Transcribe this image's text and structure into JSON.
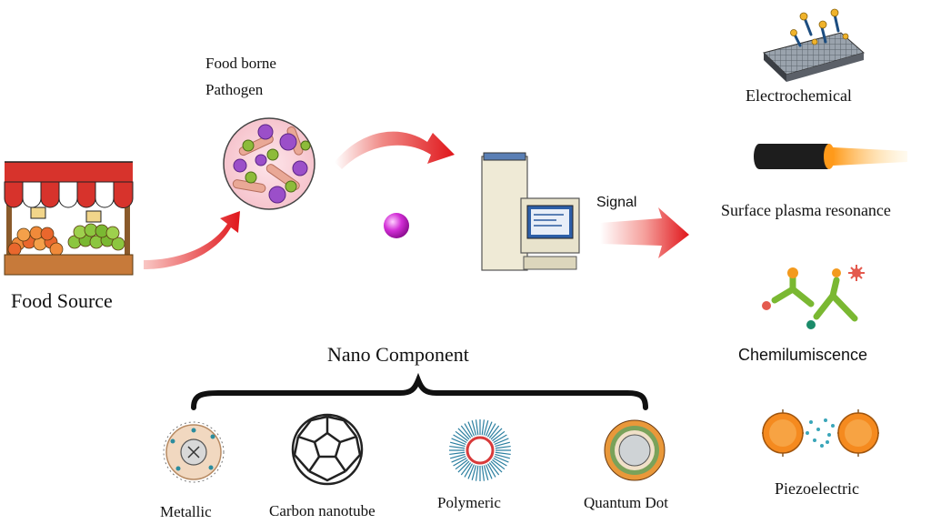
{
  "labels": {
    "food_source": "Food Source",
    "pathogen_line1": "Food borne",
    "pathogen_line2": "Pathogen",
    "signal": "Signal",
    "nano_component": "Nano Component",
    "metallic": "Metallic",
    "carbon_nanotube": "Carbon nanotube",
    "polymeric": "Polymeric",
    "quantum_dot": "Quantum Dot",
    "electrochemical": "Electrochemical",
    "surface_plasma_resonance": "Surface plasma resonance",
    "chemilumiscence": "Chemilumiscence",
    "piezoelectric": "Piezoelectric"
  },
  "icons": {
    "food_stall": "market-stall-icon",
    "pathogen": "bacteria-virus-icon",
    "nanoparticle": "nanoparticle-sphere-icon",
    "instrument": "analyzer-computer-icon",
    "electrochemical": "electrode-chip-icon",
    "spr": "optical-fiber-icon",
    "chemiluminescence": "antibody-icon",
    "piezoelectric": "crystal-particles-icon",
    "metallic": "metallic-nanoparticle-icon",
    "carbon_nanotube": "fullerene-icon",
    "polymeric": "micelle-icon",
    "quantum_dot": "quantum-dot-icon"
  },
  "colors": {
    "arrow_red": "#e0161b",
    "awning_red": "#d7332c",
    "pathogen_purple": "#9b4fc9",
    "nanoparticle_magenta": "#d22ed6"
  }
}
